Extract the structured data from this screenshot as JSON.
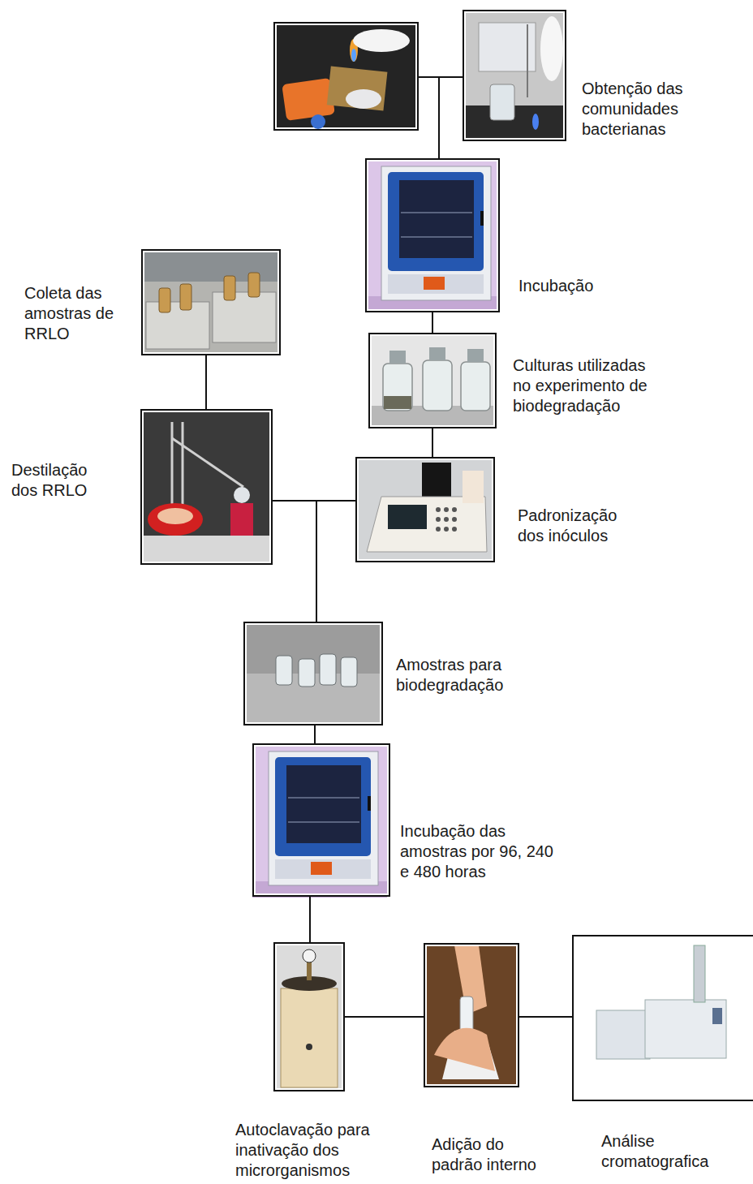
{
  "diagram": {
    "nodes": [
      {
        "text": [
          "Obtenção das comunidades bacterianas"
        ]
      },
      {
        "text": [
          "Incubação"
        ]
      },
      {
        "text": [
          "Culturas utilizadas no experimento de biodegradação"
        ]
      },
      {
        "text": [
          "Padronização dos inóculos"
        ]
      },
      {
        "text": [
          "Coleta das amostras de RRLO"
        ]
      },
      {
        "text": [
          "Destilação dos RRLO"
        ]
      },
      {
        "text": [
          "Amostras para biodegradação"
        ]
      },
      {
        "text": [
          "Incubação das amostras por 96, 240 e 480 horas"
        ]
      },
      {
        "text": [
          "Autoclavação para inativação dos microrganismos"
        ]
      },
      {
        "text": [
          "Adição do padrão interno"
        ]
      },
      {
        "text": [
          "Análise cromatografica"
        ]
      }
    ],
    "edges": [
      {
        "from": 0,
        "to": 1,
        "arrow": "none"
      },
      {
        "from": 1,
        "to": 2,
        "arrow": "none"
      },
      {
        "from": 2,
        "to": 3,
        "arrow": "none"
      },
      {
        "from": 4,
        "to": 5,
        "arrow": "none"
      },
      {
        "from": 5,
        "to": 6,
        "arrow": "none"
      },
      {
        "from": 3,
        "to": 6,
        "arrow": "none"
      },
      {
        "from": 6,
        "to": 7,
        "arrow": "none"
      },
      {
        "from": 7,
        "to": 8,
        "arrow": "none"
      },
      {
        "from": 8,
        "to": 9,
        "arrow": "none"
      },
      {
        "from": 9,
        "to": 10,
        "arrow": "none"
      }
    ]
  }
}
